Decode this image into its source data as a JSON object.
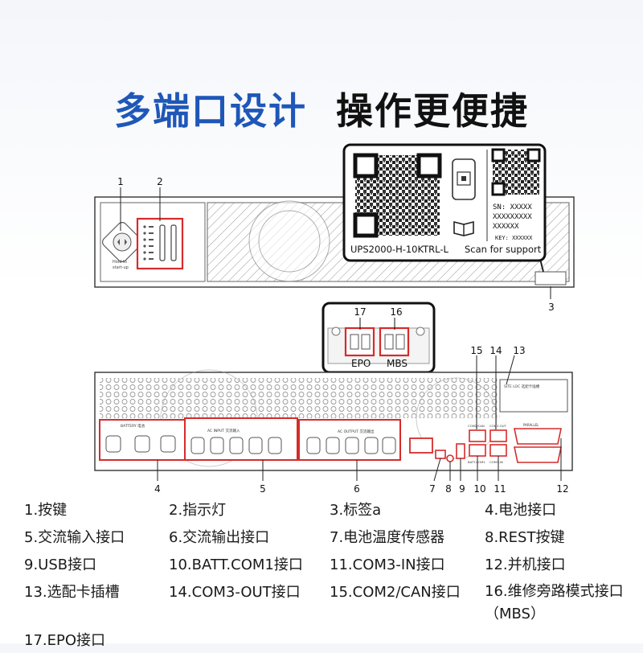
{
  "headline": {
    "part1": "多端口设计",
    "part2": "操作更便捷"
  },
  "label_card": {
    "model": "UPS2000-H-10KTRL-L",
    "scan_text": "Scan for support",
    "sn_lines": [
      "SN: XXXXX",
      "XXXXXXXXX",
      "XXXXXX"
    ],
    "key_text": "KEY: XXXXXX"
  },
  "front_panel": {
    "button_caption": [
      "Hold to",
      "start-up"
    ]
  },
  "connector_callout": {
    "epo": "EPO",
    "mbs": "MBS"
  },
  "callouts": {
    "c1": "1",
    "c2": "2",
    "c3": "3",
    "c4": "4",
    "c5": "5",
    "c6": "6",
    "c7": "7",
    "c8": "8",
    "c9": "9",
    "c10": "10",
    "c11": "11",
    "c12": "12",
    "c13": "13",
    "c14": "14",
    "c15": "15",
    "c16": "16",
    "c17": "17"
  },
  "rear_labels": {
    "battery": "BATTERY 电池",
    "ac_input": "AC INPUT 交流输入",
    "ac_output": "AC OUTPUT 交流输出",
    "slot": "SITE LOC 选配卡插槽",
    "parallel": "PARALLEL",
    "com2": "COM2/CAN",
    "com3out": "COM3-OUT",
    "batt_com1": "BATT-COM1",
    "com3in": "COM3-IN"
  },
  "legend": [
    "1.按键",
    "2.指示灯",
    "3.标签a",
    "4.电池接口",
    "5.交流输入接口",
    "6.交流输出接口",
    "7.电池温度传感器",
    "8.REST按键",
    "9.USB接口",
    "10.BATT.COM1接口",
    "11.COM3-IN接口",
    "12.并机接口",
    "13.选配卡插槽",
    "14.COM3-OUT接口",
    "15.COM2/CAN接口",
    "16.维修旁路模式接口（MBS）",
    "17.EPO接口"
  ]
}
